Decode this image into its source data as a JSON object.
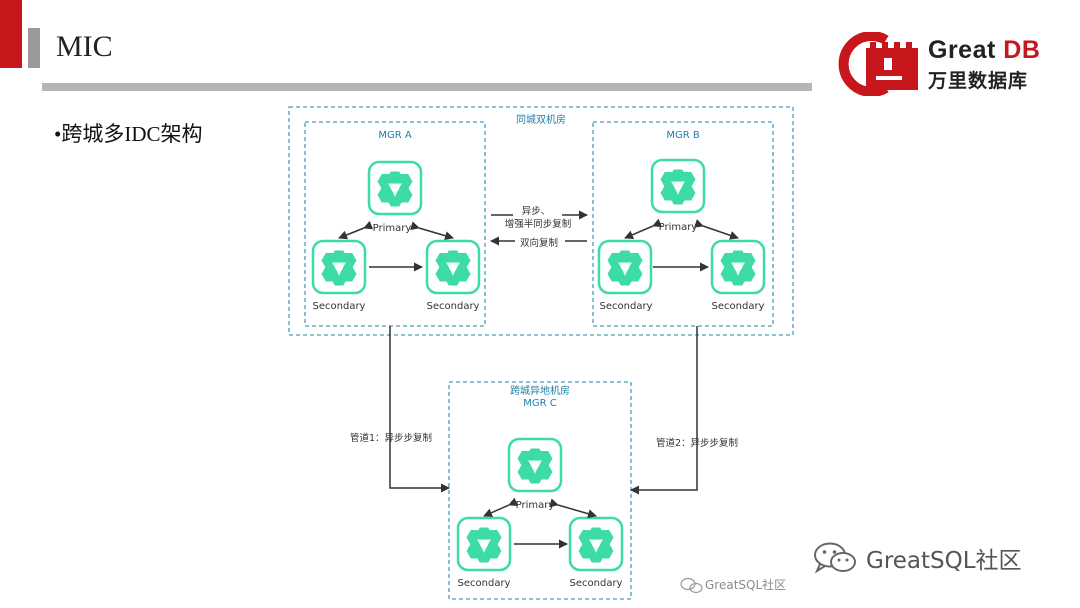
{
  "slide": {
    "title": "MIC"
  },
  "bullet": {
    "marker": "•",
    "text": "跨城多IDC架构"
  },
  "logo": {
    "brand_main": "Great",
    "brand_accent": "DB",
    "brand_cn": "万里数据库",
    "colors": {
      "red": "#c8161d",
      "dark": "#222222"
    }
  },
  "diagram": {
    "outer_label": "同城双机房",
    "remote_label": "跨城异地机房",
    "groups": {
      "a": "MGR A",
      "b": "MGR B",
      "c": "MGR C"
    },
    "roles": {
      "primary": "Primary",
      "secondary": "Secondary"
    },
    "links": {
      "ab_line1": "异步、",
      "ab_line2": "增强半同步复制",
      "ba": "双向复制",
      "pipe1": "管道1：异步步复制",
      "pipe2": "管道2：异步步复制"
    },
    "inner_watermark": "GreatSQL社区",
    "colors": {
      "node_border": "#3ddba6",
      "node_fill": "#3ddba6",
      "dash_border": "#4a9bb8",
      "label": "#1f7ea8"
    }
  },
  "watermark": {
    "text": "GreatSQL社区"
  }
}
